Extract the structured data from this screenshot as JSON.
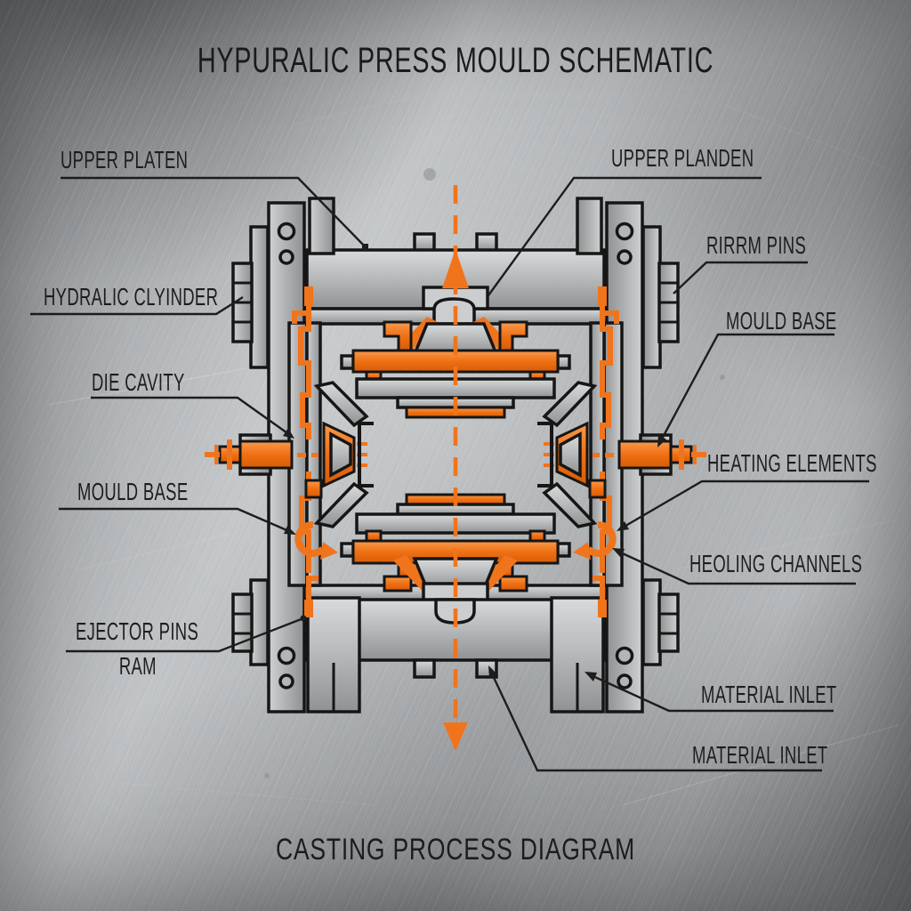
{
  "title": "HYPURALIC PRESS MOULD SCHEMATIC",
  "caption": "CASTING PROCESS DIAGRAM",
  "callouts": {
    "upper_platen": {
      "label": "UPPER PLATEN"
    },
    "hydralic_clyinder": {
      "label": "HYDRALIC CLYINDER"
    },
    "die_cavity": {
      "label": "DIE CAVITY"
    },
    "mould_base_left": {
      "label": "MOULD BASE"
    },
    "ejector_pins": {
      "label": "EJECTOR PINS",
      "sublabel": "RAM"
    },
    "upper_planden": {
      "label": "UPPER PLANDEN"
    },
    "rirrm_pins": {
      "label": "RIRRM PINS"
    },
    "mould_base_right": {
      "label": "MOULD BASE"
    },
    "heating_elements": {
      "label": "HEATING ELEMENTS"
    },
    "heoling_channels": {
      "label": "HEOLING CHANNELS"
    },
    "material_inlet_upper": {
      "label": "MATERIAL INLET"
    },
    "material_inlet_lower": {
      "label": "MATERIAL INLET"
    }
  },
  "icons": {
    "flow_up": "up-arrow",
    "flow_down": "down-arrow",
    "ejection_left": "curved-hook-arrow",
    "ejection_right": "curved-hook-arrow"
  },
  "colors": {
    "accent_orange": "#f0741c",
    "outline_black": "#161616",
    "leader_line": "#1d1d1d",
    "metal_light": "#d8dadc",
    "metal_dark": "#939597",
    "background_metal": "#b3b6b8"
  }
}
